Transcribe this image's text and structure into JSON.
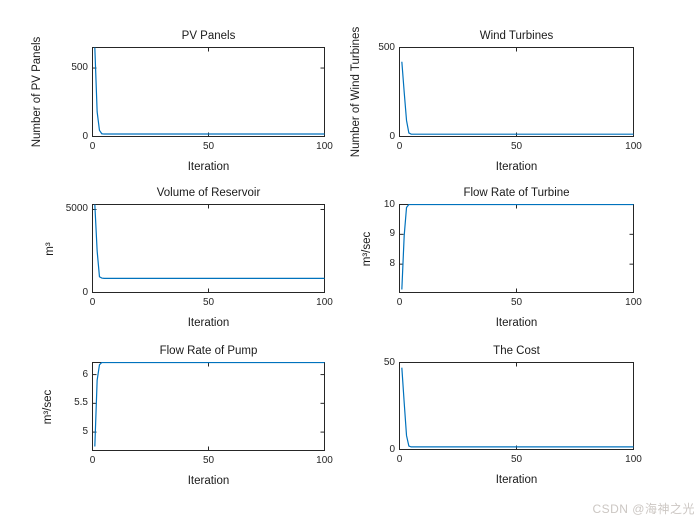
{
  "figure": {
    "background": "#ffffff"
  },
  "watermark": {
    "text": "CSDN @海神之光",
    "color": "#ccc7c3"
  },
  "chart_data": {
    "type": "line",
    "line_color": "#0072BD",
    "axis_color": "#262626",
    "text_color": "#262626",
    "grid": false,
    "legend": "none",
    "plots": [
      {
        "name": "pv_panels",
        "type": "line",
        "title": "PV Panels",
        "xlabel": "Iteration",
        "ylabel": "Number of PV Panels",
        "xlim": [
          0,
          100
        ],
        "ylim": [
          0,
          650
        ],
        "xticks": [
          0,
          50,
          100
        ],
        "xtick_labels": [
          "0",
          "50",
          "100"
        ],
        "yticks": [
          0,
          500
        ],
        "ytick_labels": [
          "0",
          "500"
        ],
        "x": [
          1,
          2,
          3,
          4,
          5,
          100
        ],
        "y": [
          650,
          180,
          45,
          20,
          18,
          18
        ]
      },
      {
        "name": "wind_turbines",
        "type": "line",
        "title": "Wind Turbines",
        "xlabel": "Iteration",
        "ylabel": "Number of Wind Turbines",
        "xlim": [
          0,
          100
        ],
        "ylim": [
          0,
          500
        ],
        "xticks": [
          0,
          50,
          100
        ],
        "xtick_labels": [
          "0",
          "50",
          "100"
        ],
        "yticks": [
          0,
          500
        ],
        "ytick_labels": [
          "0",
          "500"
        ],
        "x": [
          1,
          2,
          3,
          4,
          5,
          100
        ],
        "y": [
          420,
          250,
          90,
          20,
          13,
          13
        ]
      },
      {
        "name": "reservoir_volume",
        "type": "line",
        "title": "Volume of Reservoir",
        "xlabel": "Iteration",
        "ylabel": "m³",
        "xlim": [
          0,
          100
        ],
        "ylim": [
          0,
          5300
        ],
        "xticks": [
          0,
          50,
          100
        ],
        "xtick_labels": [
          "0",
          "50",
          "100"
        ],
        "yticks": [
          0,
          5000
        ],
        "ytick_labels": [
          "0",
          "5000"
        ],
        "x": [
          1,
          2,
          3,
          4,
          5,
          100
        ],
        "y": [
          5300,
          2500,
          950,
          870,
          850,
          850
        ]
      },
      {
        "name": "turbine_flow_rate",
        "type": "line",
        "title": "Flow Rate of Turbine",
        "xlabel": "Iteration",
        "ylabel": "m³/sec",
        "xlim": [
          0,
          100
        ],
        "ylim": [
          7.05,
          10
        ],
        "xticks": [
          0,
          50,
          100
        ],
        "xtick_labels": [
          "0",
          "50",
          "100"
        ],
        "yticks": [
          8,
          9,
          10
        ],
        "ytick_labels": [
          "8",
          "9",
          "10"
        ],
        "x": [
          1,
          2,
          3,
          4,
          5,
          100
        ],
        "y": [
          7.15,
          8.95,
          9.9,
          10,
          10,
          10
        ]
      },
      {
        "name": "pump_flow_rate",
        "type": "line",
        "title": "Flow Rate of Pump",
        "xlabel": "Iteration",
        "ylabel": "m³/sec",
        "xlim": [
          0,
          100
        ],
        "ylim": [
          4.68,
          6.21
        ],
        "xticks": [
          0,
          50,
          100
        ],
        "xtick_labels": [
          "0",
          "50",
          "100"
        ],
        "yticks": [
          5,
          5.5,
          6
        ],
        "ytick_labels": [
          "5",
          "5.5",
          "6"
        ],
        "x": [
          1,
          2,
          3,
          4,
          5,
          100
        ],
        "y": [
          4.75,
          5.9,
          6.17,
          6.21,
          6.21,
          6.21
        ]
      },
      {
        "name": "cost",
        "type": "line",
        "title": "The Cost",
        "xlabel": "Iteration",
        "ylabel": "",
        "xlim": [
          0,
          100
        ],
        "ylim": [
          0,
          50
        ],
        "xticks": [
          0,
          50,
          100
        ],
        "xtick_labels": [
          "0",
          "50",
          "100"
        ],
        "yticks": [
          0,
          50
        ],
        "ytick_labels": [
          "0",
          "50"
        ],
        "x": [
          1,
          2,
          3,
          4,
          5,
          100
        ],
        "y": [
          47,
          27,
          8,
          2,
          1.5,
          1.5
        ]
      }
    ]
  }
}
